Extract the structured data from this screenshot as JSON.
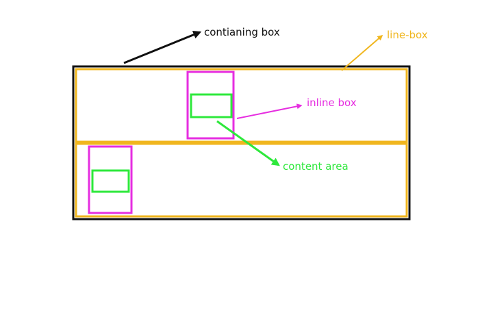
{
  "labels": {
    "containing_box": "contianing box",
    "line_box": "line-box",
    "inline_box": "inline box",
    "content_area": "content area"
  },
  "colors": {
    "background": "#ffffff",
    "containing_box": "#111111",
    "line_box": "#f0b61e",
    "inline_box": "#e62ee0",
    "content_area": "#2ee83c"
  }
}
